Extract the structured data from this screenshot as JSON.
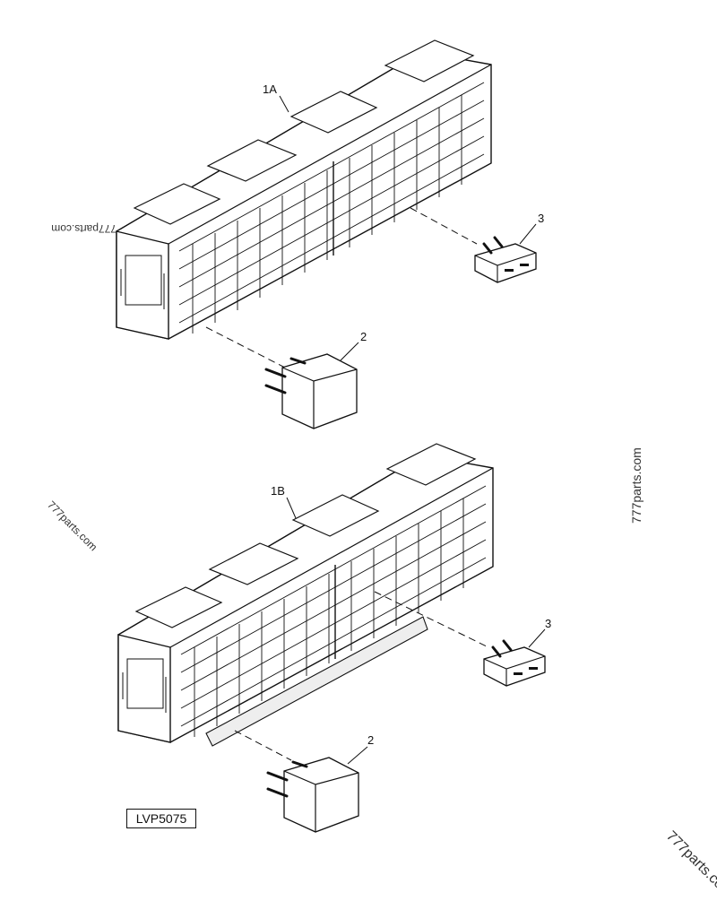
{
  "drawing_code": "LVP5075",
  "watermark": "777parts.com",
  "callouts": {
    "top_block": "1A",
    "bottom_block": "1B",
    "relay_top": "2",
    "relay_bottom": "2",
    "fuse_top": "3",
    "fuse_bottom": "3"
  },
  "colors": {
    "line": "#111111",
    "face": "#ffffff",
    "shade": "#eeeeee"
  }
}
